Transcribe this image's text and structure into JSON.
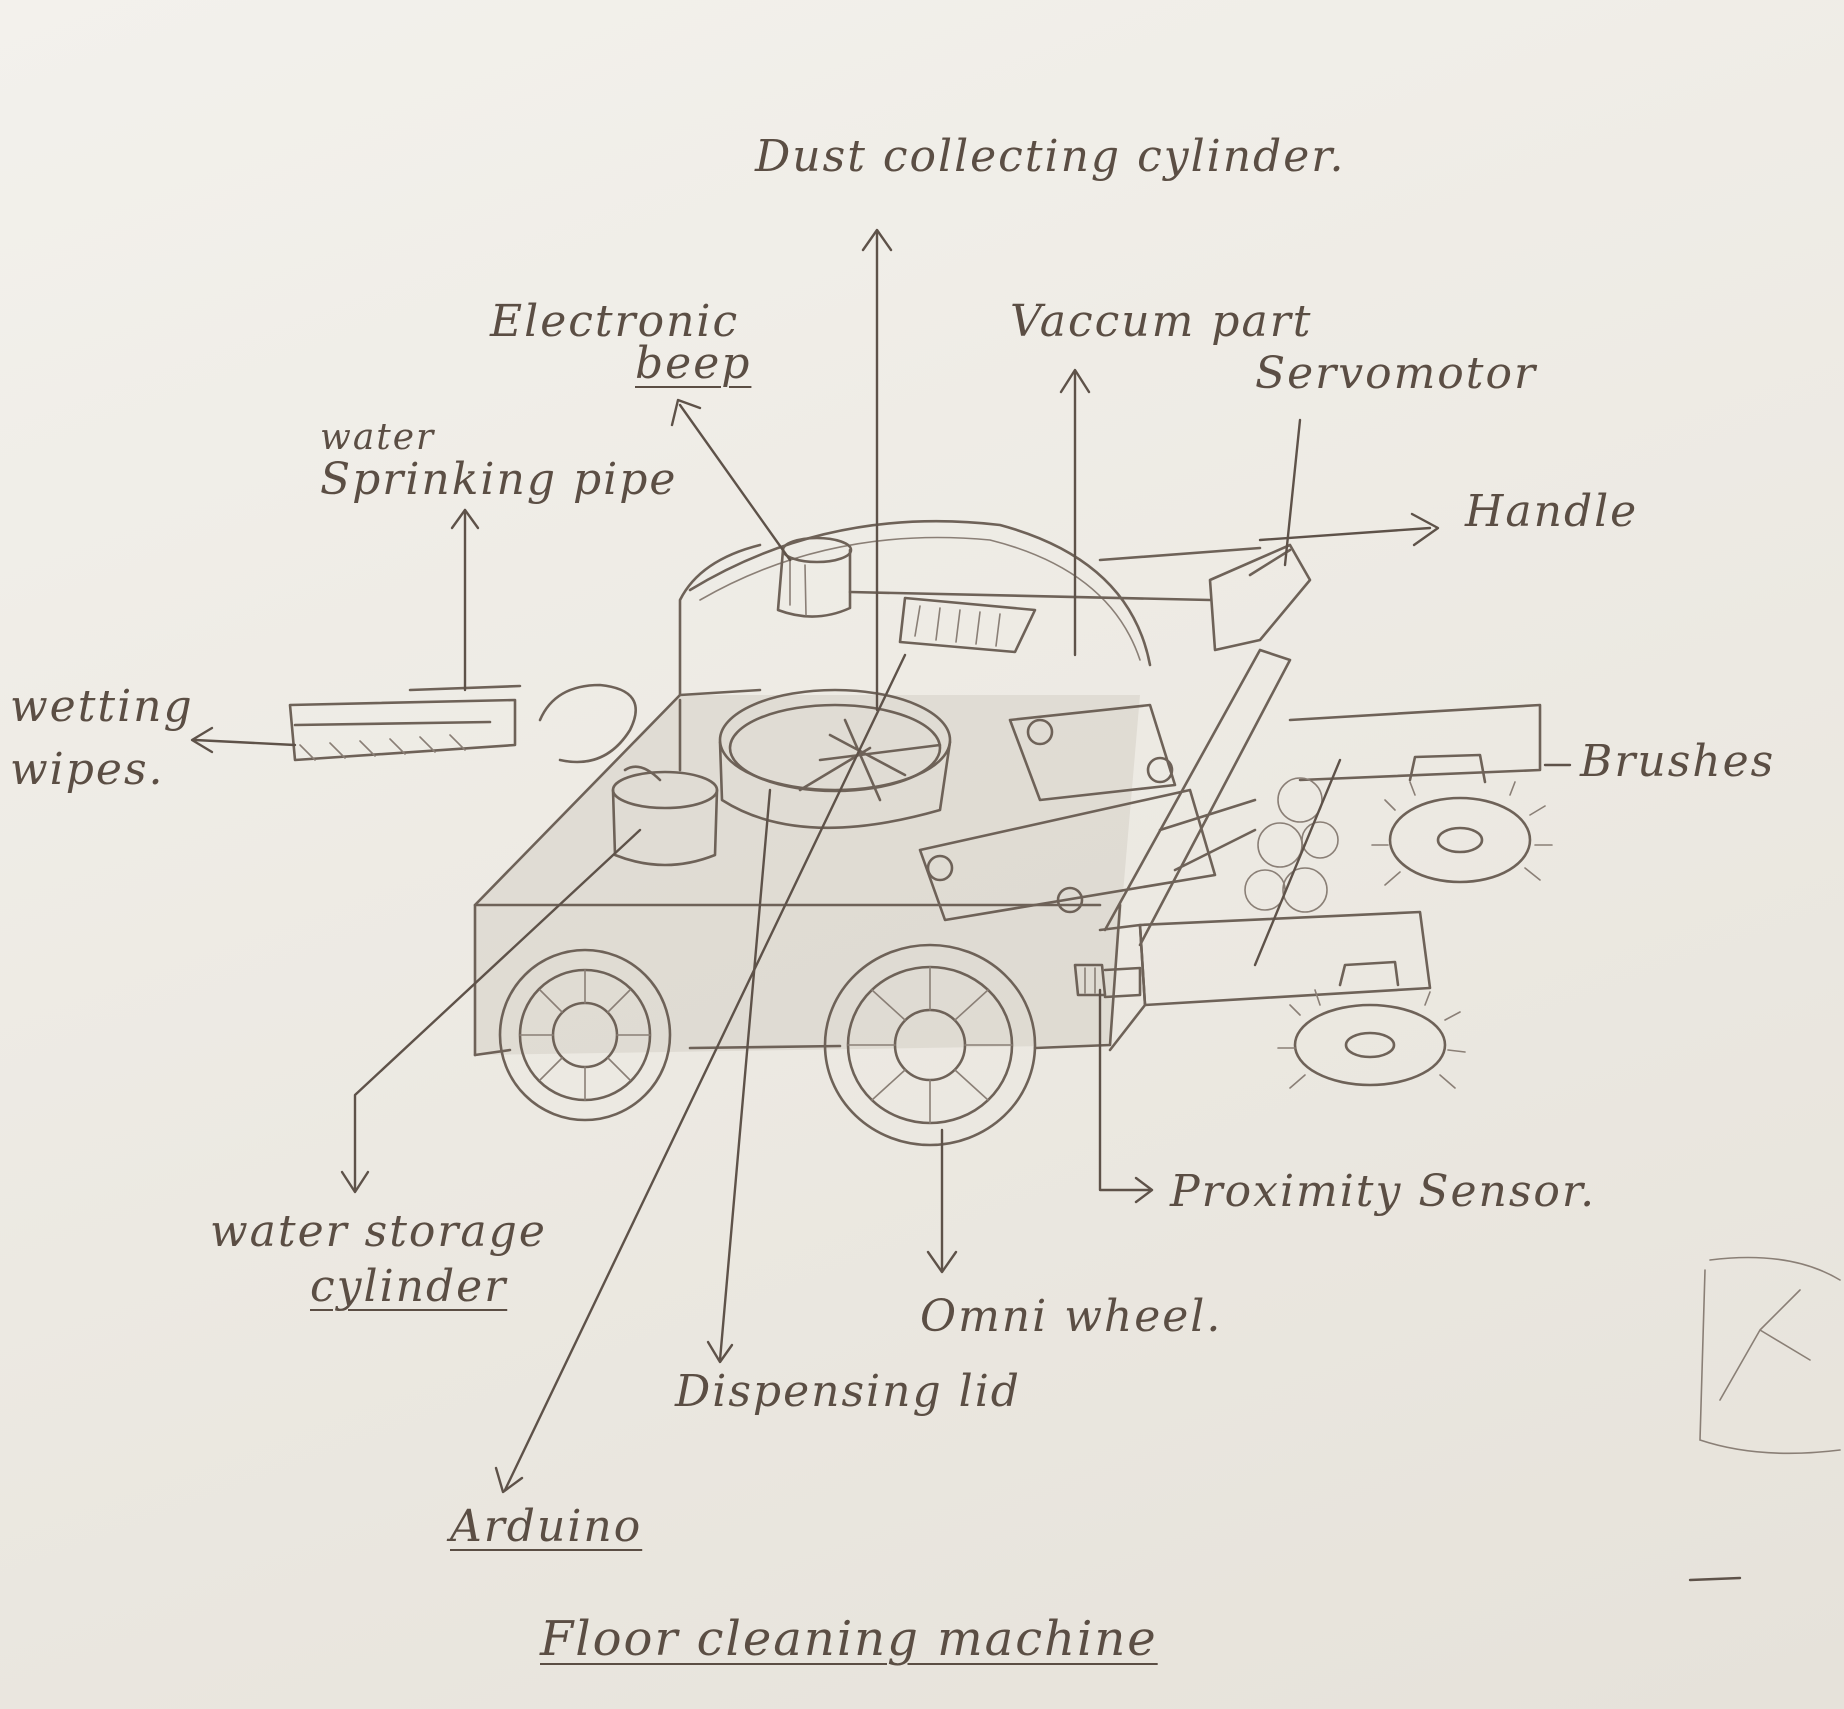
{
  "title": "Floor cleaning machine",
  "labels": {
    "dust_collecting_cylinder": "Dust collecting cylinder.",
    "electronic_beep_line1": "Electronic",
    "electronic_beep_line2": "beep",
    "vaccum_part": "Vaccum part",
    "servomotor": "Servomotor",
    "water_sprinking_pipe_line1": "water",
    "water_sprinking_pipe_line2": "Sprinking pipe",
    "handle": "Handle",
    "wetting_wipes_line1": "wetting",
    "wetting_wipes_line2": "wipes.",
    "brushes": "Brushes",
    "proximity_sensor": "Proximity Sensor.",
    "water_storage_cylinder_line1": "water storage",
    "water_storage_cylinder_line2": "cylinder",
    "omni_wheel": "Omni wheel.",
    "dispensing_lid": "Dispensing lid",
    "arduino": "Arduino"
  }
}
